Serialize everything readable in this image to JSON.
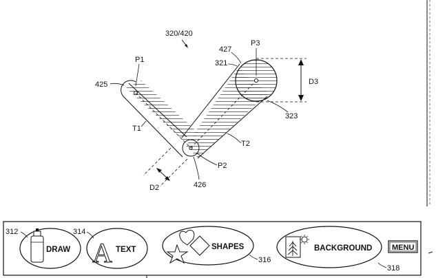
{
  "figure": {
    "title_ref": "320/420",
    "points": {
      "p1": "P1",
      "p2": "P2",
      "p3": "P3"
    },
    "traces": {
      "t1": "T1",
      "t2": "T2"
    },
    "dimensions": {
      "d2": "D2",
      "d3": "D3"
    },
    "refs": {
      "r425": "425",
      "r427": "427",
      "r321": "321",
      "r323": "323",
      "r426": "426"
    }
  },
  "toolbar": {
    "draw": {
      "ref": "312",
      "label": "DRAW",
      "icon": "spray-can-icon"
    },
    "text": {
      "ref": "314",
      "label": "TEXT",
      "glyph": "A"
    },
    "shapes": {
      "ref": "316",
      "label": "SHAPES",
      "icon": "heart-star-diamond-icon"
    },
    "background": {
      "ref": "318",
      "label": "BACKGROUND",
      "icon": "image-icon"
    },
    "menu": {
      "label": "MENU"
    }
  },
  "colors": {
    "ink": "#111111",
    "background": "#ffffff"
  }
}
